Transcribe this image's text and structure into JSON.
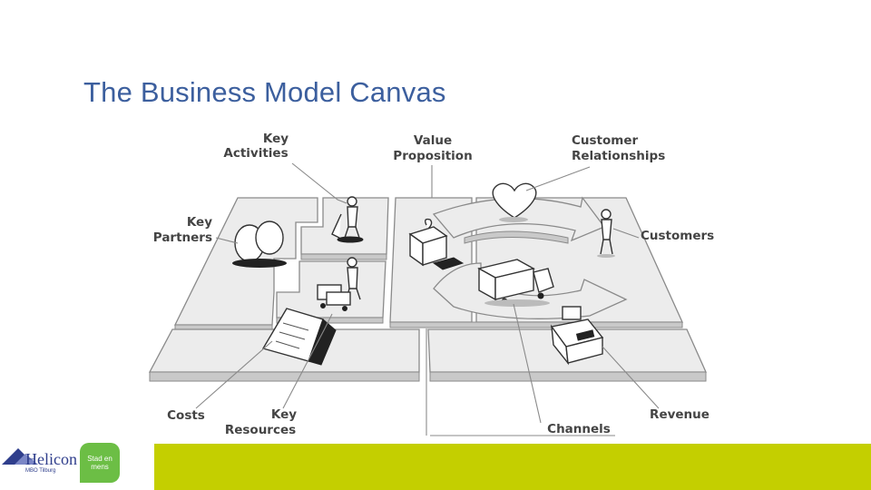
{
  "slide": {
    "title": "The Business Model Canvas"
  },
  "canvas_labels": {
    "key_activities": [
      "Key",
      "Activities"
    ],
    "value_proposition": [
      "Value",
      "Proposition"
    ],
    "customer_relationships": [
      "Customer",
      "Relationships"
    ],
    "key_partners": [
      "Key",
      "Partners"
    ],
    "customers": "Customers",
    "costs": "Costs",
    "key_resources": [
      "Key",
      "Resources"
    ],
    "channels": "Channels",
    "revenue": "Revenue"
  },
  "footer": {
    "logo_name": "Helicon",
    "logo_sub": "MBO Tilburg",
    "badge": [
      "Stad en",
      "mens"
    ]
  },
  "colors": {
    "title": "#3c5f9e",
    "footer_band": "#c4cf00",
    "badge": "#6cbe45",
    "logo": "#2f3e8c"
  }
}
